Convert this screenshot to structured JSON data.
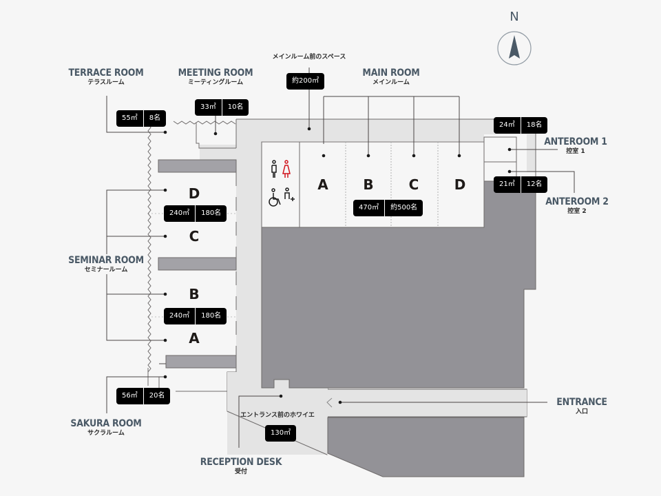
{
  "compass": {
    "label": "N",
    "icon": "north-arrow-icon"
  },
  "colors": {
    "background": "#f6f6f6",
    "corridor": "#e4e4e4",
    "room": "#f6f6f6",
    "dark_block": "#939297",
    "label_en": "#4a5966",
    "badge_bg": "#000000",
    "female_icon": "#d0121b"
  },
  "rooms": {
    "terrace": {
      "en": "TERRACE ROOM",
      "ja": "テラスルーム",
      "area": "55㎡",
      "capacity": "8名"
    },
    "meeting": {
      "en": "MEETING ROOM",
      "ja": "ミーティングルーム",
      "area": "33㎡",
      "capacity": "10名"
    },
    "main_front_space": {
      "ja": "メインルーム前のスペース",
      "area": "約200㎡"
    },
    "main": {
      "en": "MAIN ROOM",
      "ja": "メインルーム",
      "area": "470㎡",
      "capacity": "約500名",
      "sections": [
        "A",
        "B",
        "C",
        "D"
      ]
    },
    "anteroom1": {
      "en": "ANTEROOM 1",
      "ja": "控室 1",
      "area": "24㎡",
      "capacity": "18名"
    },
    "anteroom2": {
      "en": "ANTEROOM 2",
      "ja": "控室 2",
      "area": "21㎡",
      "capacity": "12名"
    },
    "seminar": {
      "en": "SEMINAR ROOM",
      "ja": "セミナールーム",
      "upper": {
        "area": "240㎡",
        "capacity": "180名"
      },
      "lower": {
        "area": "240㎡",
        "capacity": "180名"
      },
      "sections": [
        "D",
        "C",
        "B",
        "A"
      ]
    },
    "sakura": {
      "en": "SAKURA ROOM",
      "ja": "サクラルーム",
      "area": "56㎡",
      "capacity": "20名"
    },
    "foyer": {
      "ja": "エントランス前のホワイエ",
      "area": "130㎡"
    },
    "reception": {
      "en": "RECEPTION DESK",
      "ja": "受付"
    },
    "entrance": {
      "en": "ENTRANCE",
      "ja": "入口"
    }
  },
  "restroom_icons": [
    "male-restroom-icon",
    "female-restroom-icon",
    "wheelchair-icon",
    "ostomate-icon"
  ]
}
